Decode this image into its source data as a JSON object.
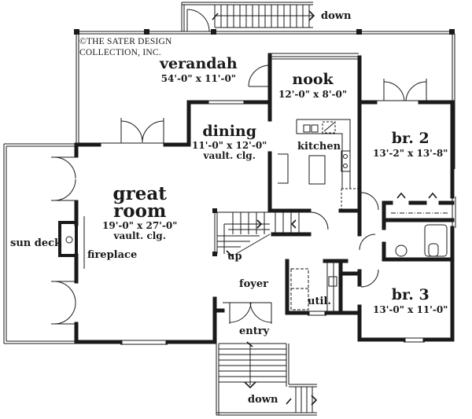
{
  "copyright": {
    "line1": "©THE SATER DESIGN",
    "line2": "COLLECTION, INC."
  },
  "rooms": {
    "verandah": {
      "name": "verandah",
      "dims": "54'-0\" x 11'-0\""
    },
    "nook": {
      "name": "nook",
      "dims": "12'-0\" x 8'-0\""
    },
    "dining": {
      "name": "dining",
      "dims": "11'-0\" x 12'-0\"",
      "note": "vault. clg."
    },
    "kitchen": {
      "name": "kitchen"
    },
    "br2": {
      "name": "br. 2",
      "dims": "13'-2\" x 13'-8\""
    },
    "great_room": {
      "name_line1": "great",
      "name_line2": "room",
      "dims": "19'-0\" x 27'-0\"",
      "note": "vault. clg."
    },
    "sun_deck": {
      "name": "sun deck"
    },
    "fireplace": {
      "name": "fireplace"
    },
    "foyer": {
      "name": "foyer"
    },
    "util": {
      "name": "util."
    },
    "br3": {
      "name": "br. 3",
      "dims": "13'-0\" x 11'-0\""
    },
    "entry": {
      "name": "entry"
    }
  },
  "stair_labels": {
    "top_down": "down",
    "interior_up": "up",
    "bottom_down": "down"
  },
  "colors": {
    "ink": "#1a1a1a",
    "paper": "#ffffff"
  }
}
